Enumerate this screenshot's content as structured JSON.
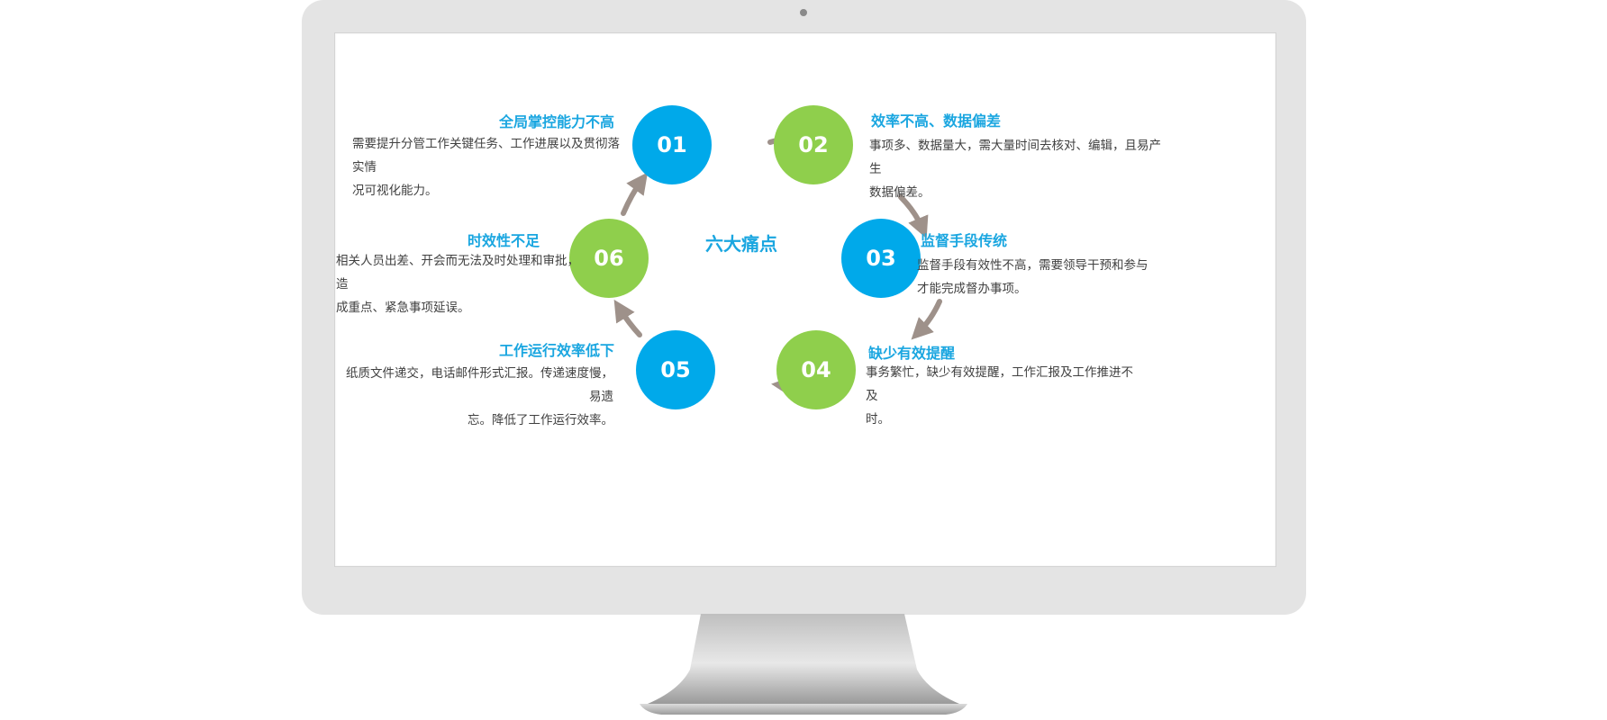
{
  "colors": {
    "blue": "#00a9ea",
    "green": "#8fcf4c",
    "title_blue": "#1aa6e0",
    "arrow": "#9e918a",
    "text": "#404040"
  },
  "center_title": "六大痛点",
  "points": [
    {
      "number": "01",
      "title": "全局掌控能力不高",
      "desc_lines": [
        "需要提升分管工作关键任务、工作进展以及贯彻落实情",
        "况可视化能力。"
      ]
    },
    {
      "number": "02",
      "title": "效率不高、数据偏差",
      "desc_lines": [
        "事项多、数据量大，需大量时间去核对、编辑，且易产生",
        "数据偏差。"
      ]
    },
    {
      "number": "03",
      "title": "监督手段传统",
      "desc_lines": [
        "监督手段有效性不高，需要领导干预和参与",
        "才能完成督办事项。"
      ]
    },
    {
      "number": "04",
      "title": "缺少有效提醒",
      "desc_lines": [
        "事务繁忙，缺少有效提醒，工作汇报及工作推进不及",
        "时。"
      ]
    },
    {
      "number": "05",
      "title": "工作运行效率低下",
      "desc_lines": [
        "纸质文件递交，电话邮件形式汇报。传递速度慢，易遗",
        "忘。降低了工作运行效率。"
      ]
    },
    {
      "number": "06",
      "title": "时效性不足",
      "desc_lines": [
        "相关人员出差、开会而无法及时处理和审批，造",
        "成重点、紧急事项延误。"
      ]
    }
  ]
}
